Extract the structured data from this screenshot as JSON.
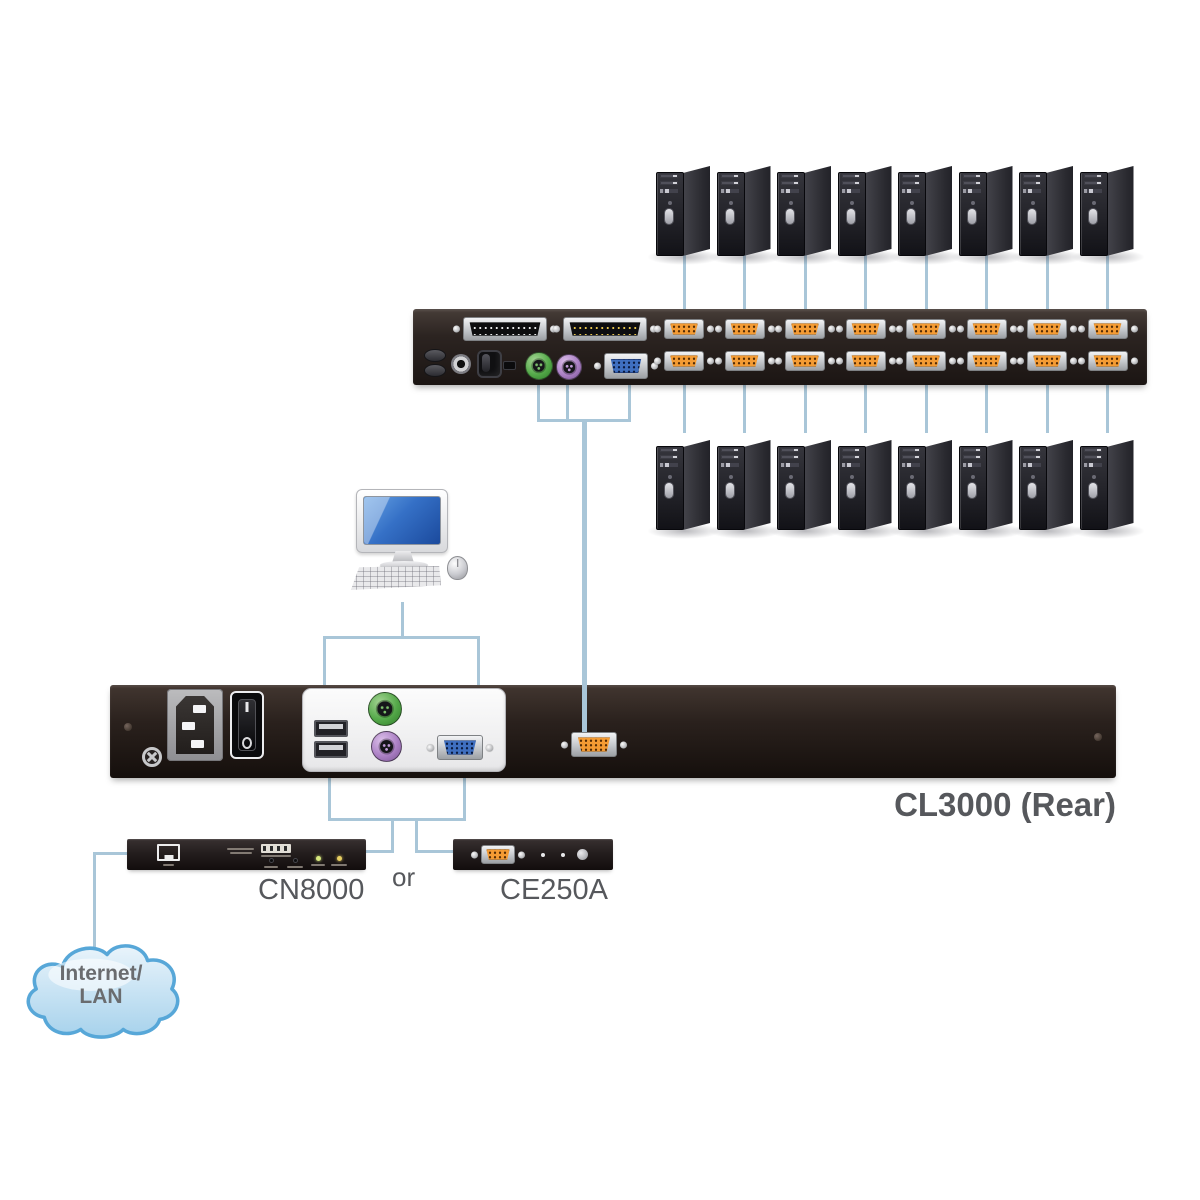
{
  "diagram": {
    "labels": {
      "kvm_rear": "CL3000 (Rear)",
      "device_left": "CN8000",
      "conjunction": "or",
      "device_right": "CE250A",
      "cloud_line1": "Internet/",
      "cloud_line2": "LAN"
    },
    "computers": {
      "top_row": 8,
      "bottom_row": 8
    },
    "kvm_switch": {
      "cpu_port_columns": 8,
      "cpu_port_rows": 2,
      "db25_ports": 2,
      "console_ports": [
        "ps2-keyboard-green",
        "ps2-mouse-purple",
        "vga-blue"
      ]
    },
    "rear_panel": {
      "features": [
        "ground-screw",
        "power-inlet",
        "power-switch",
        "usb-ports",
        "ps2-keyboard-green",
        "ps2-mouse-purple",
        "vga-blue",
        "kvm-orange-port"
      ]
    },
    "colors": {
      "line": "#a9c6d8",
      "orange_port": "#f49b33",
      "ps2_green": "#55a94a",
      "ps2_purple": "#ab80c4",
      "vga_blue": "#3f6fc0",
      "label_text": "#56585c",
      "cloud_border": "#57a7d8",
      "cloud_fill_top": "#e9f4fb",
      "cloud_fill_bottom": "#a7d2ec"
    }
  }
}
